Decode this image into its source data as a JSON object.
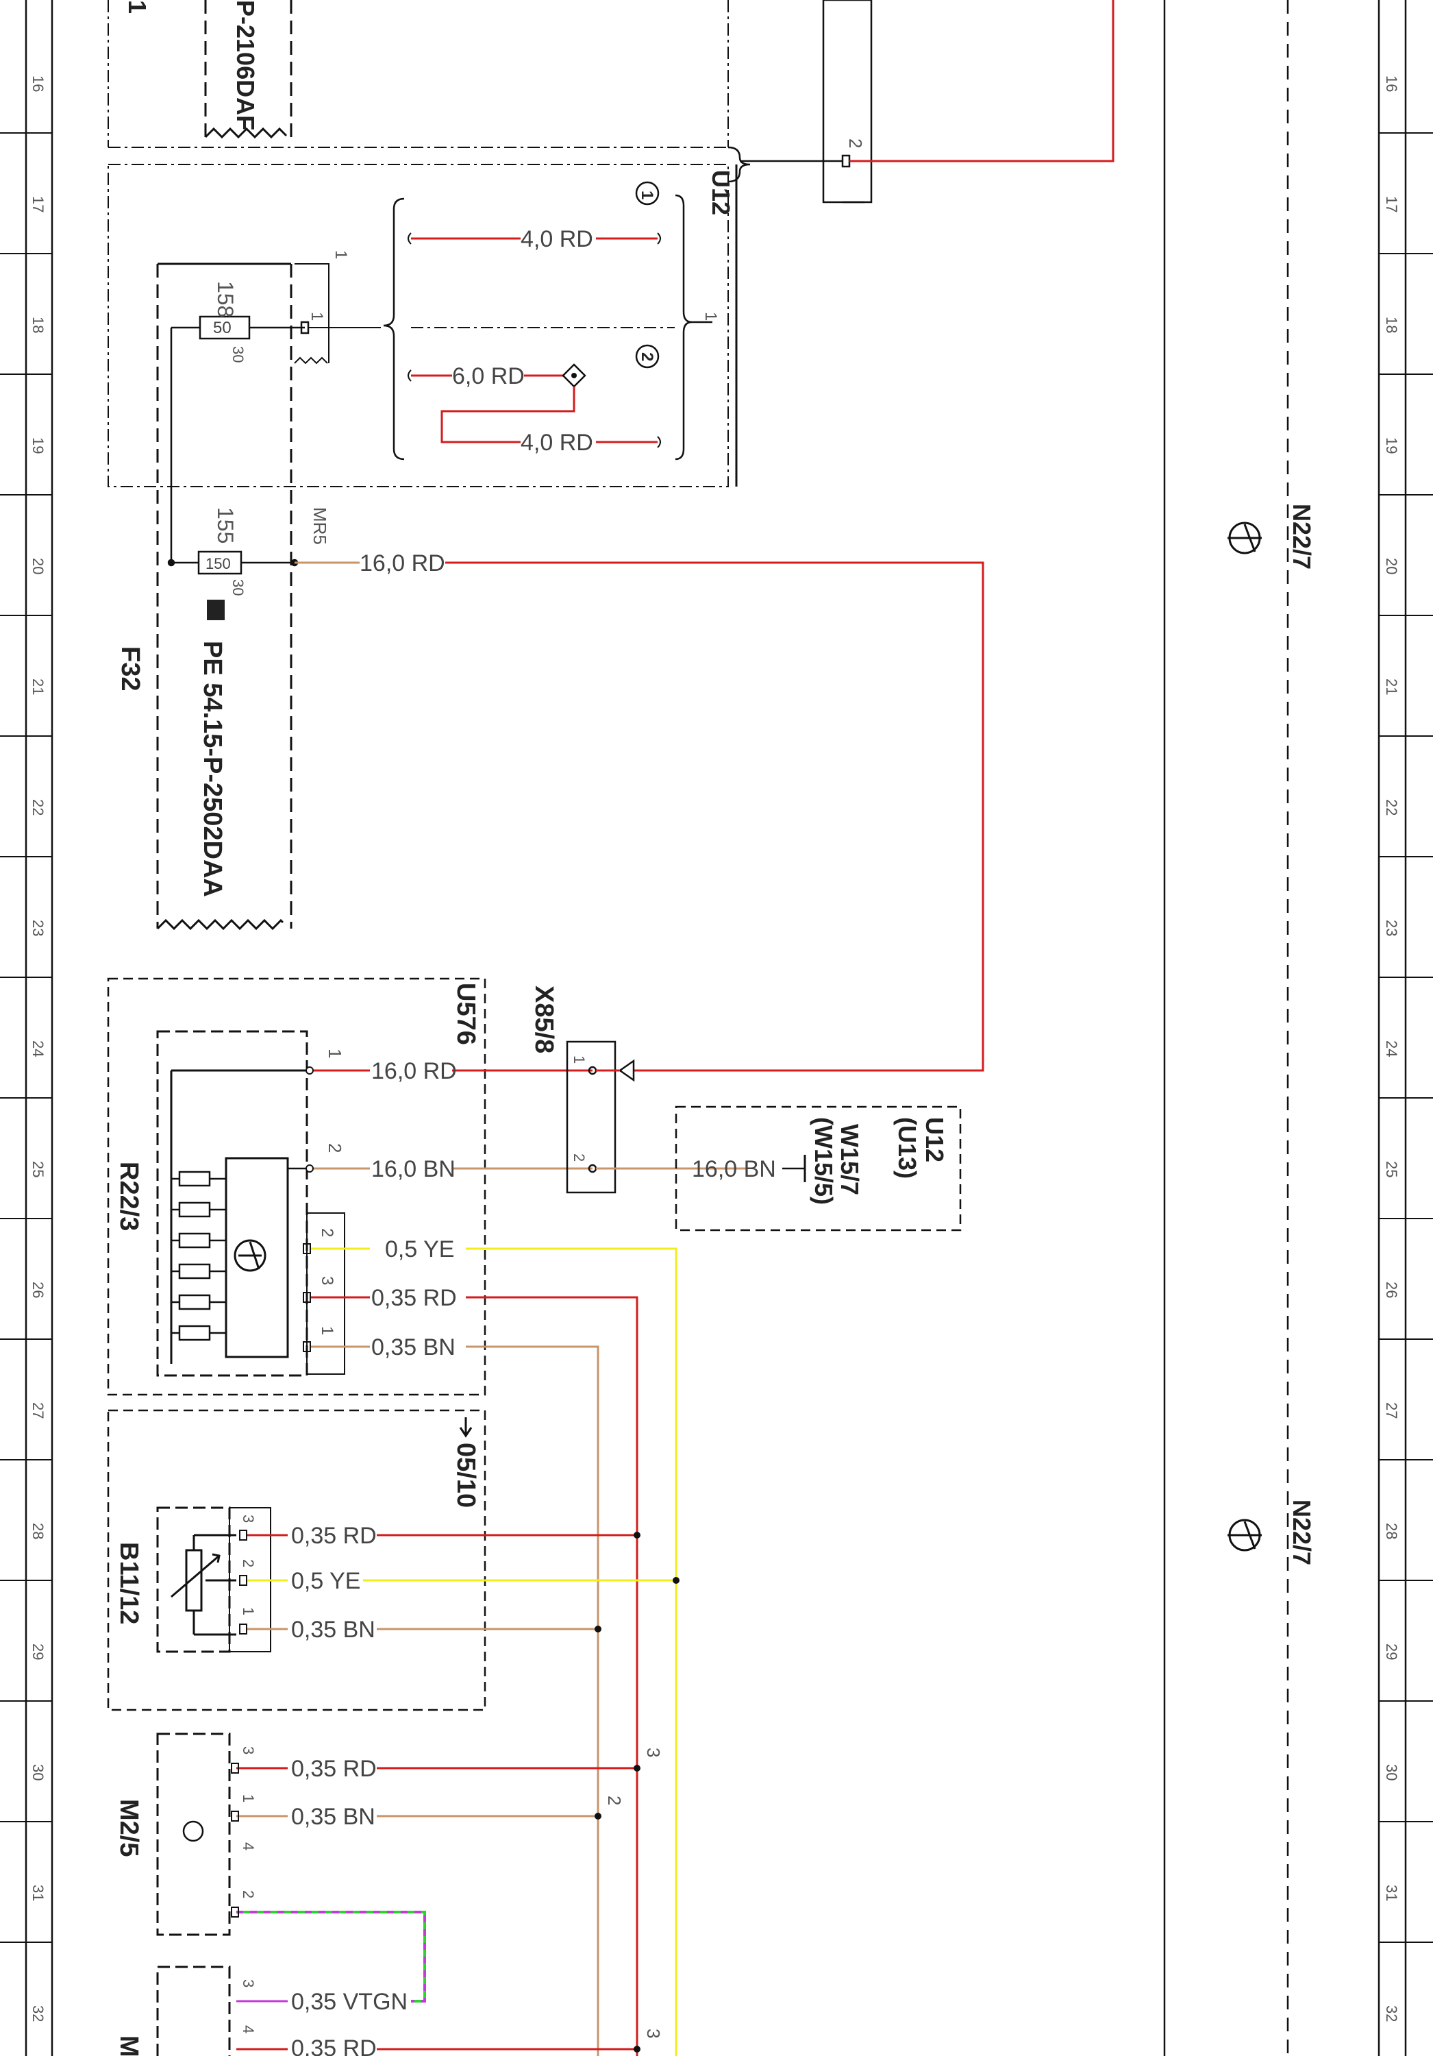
{
  "grid_rows": [
    "16",
    "17",
    "18",
    "19",
    "20",
    "21",
    "22",
    "23",
    "24",
    "25",
    "26",
    "27",
    "28",
    "29",
    "30",
    "31",
    "32"
  ],
  "colors": {
    "rd": "#d41c1c",
    "bn": "#c8946a",
    "ye": "#f2ee1a",
    "vt": "#c23ad8",
    "gn": "#2fd12f",
    "line": "#111111"
  },
  "components": {
    "top_ref": "P-2106DAF",
    "u12_top": "U12",
    "circ1": "1",
    "circ2": "2",
    "fuse_block": "F32",
    "fuse_ref": "PE 54.15-P-2502DAA",
    "u576": "U576",
    "x85_8": "X85/8",
    "r22_3": "R22/3",
    "u12_u13": "U12\n(U13)",
    "u12_u13_a": "U12",
    "u12_u13_b": "(U13)",
    "w15_7a": "W15/7",
    "w15_7b": "(W15/5)",
    "ref_0510": "05/10",
    "b11_12": "B11/12",
    "m2_5": "M2/5",
    "n22_7a": "N22/7",
    "n22_7b": "N22/7",
    "mr5": "MR5"
  },
  "wires": {
    "w_top_40": "4,0 RD",
    "w_60": "6,0 RD",
    "w_bot_40": "4,0 RD",
    "w_160_main": "16,0 RD",
    "w_u576_1": "16,0 RD",
    "w_u576_2": "16,0 BN",
    "w_w15": "16,0 BN",
    "w_ye_a": "0,5 YE",
    "w_rd_a": "0,35 RD",
    "w_bn_a": "0,35 BN",
    "w_b11_rd": "0,35 RD",
    "w_b11_ye": "0,5 YE",
    "w_b11_bn": "0,35 BN",
    "w_m25_rd": "0,35 RD",
    "w_m25_bn": "0,35 BN",
    "w_vtgn": "0,35 VTGN",
    "w_bot_rd": "0,35 RD"
  },
  "pins": {
    "fuse158": "158",
    "fuse50": "50",
    "fuse30a": "30",
    "fuse155": "155",
    "fuse150": "150",
    "fuse30b": "30",
    "p1_top": "1",
    "p2_top": "2",
    "p1_u12": "1",
    "p1_u576": "1",
    "p2_u576": "2",
    "x85_1": "1",
    "x85_2": "2",
    "rd_p2": "2",
    "rd_p3": "3",
    "rd_p1": "1",
    "b11_p3": "3",
    "b11_p2": "2",
    "b11_p1": "1",
    "m25_p3": "3",
    "m25_p1": "1",
    "m25_p4": "4",
    "m25_p2": "2",
    "m_p3": "3",
    "m_p4": "4",
    "bus3a": "3",
    "bus2": "2",
    "bus3b": "3"
  }
}
